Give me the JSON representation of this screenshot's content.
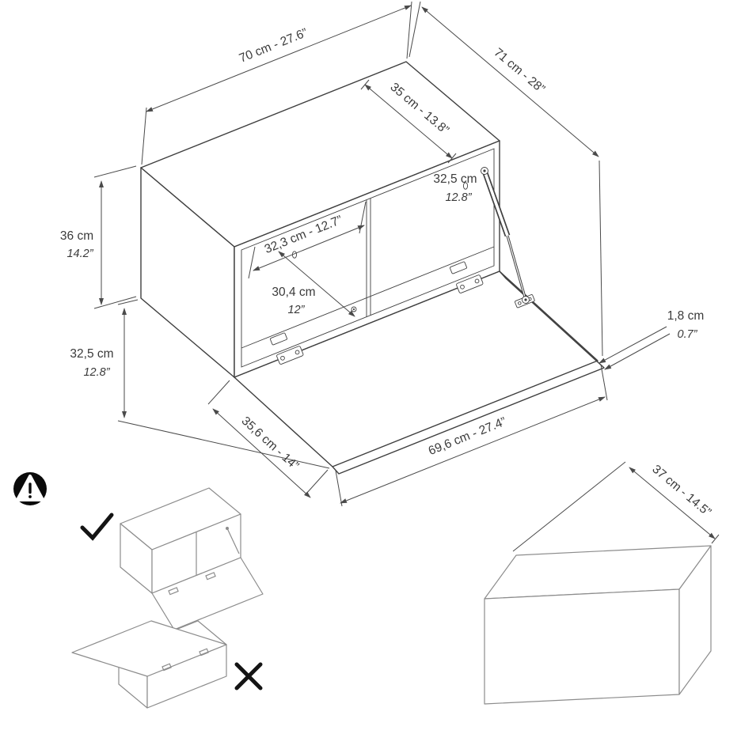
{
  "canvas": {
    "background": "#ffffff",
    "line_color": "#3f3f3f",
    "dim_color": "#4a4a4a",
    "text_color": "#3a3a3a",
    "mini_line_color": "#8c8c8c"
  },
  "main_diagram": {
    "name": "wall-cabinet-open-door-dimension-drawing",
    "dims": {
      "width_top": "70 cm - 27.6”",
      "total_depth": "71 cm - 28”",
      "top_depth": "35 cm - 13.8”",
      "inner_width": "32,3 cm - 12.7”",
      "height": {
        "cm": "36 cm",
        "inch": "14.2”"
      },
      "inner_height": {
        "cm": "30,4 cm",
        "inch": "12”"
      },
      "strut": {
        "cm": "32,5 cm",
        "inch": "12.8”"
      },
      "door_drop": {
        "cm": "32,5 cm",
        "inch": "12.8”"
      },
      "panel_thickness": {
        "cm": "1,8 cm",
        "inch": "0.7”"
      },
      "door_depth": "35,6 cm - 14”",
      "front_width": "69,6 cm - 27.4”"
    }
  },
  "closed_view": {
    "name": "closed-cabinet-depth-view",
    "depth": "37 cm - 14.5”"
  },
  "usage": {
    "warning_icon": "exclamation-triangle",
    "correct_icon": "check-mark",
    "incorrect_icon": "cross-mark"
  }
}
